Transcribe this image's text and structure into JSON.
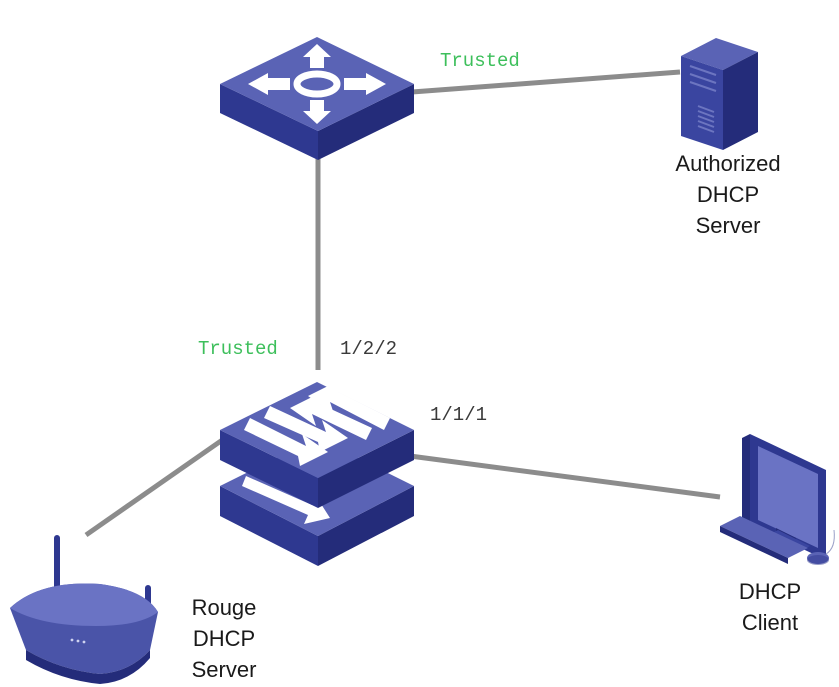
{
  "colors": {
    "link": "#8c8c8c",
    "device_top": "#5a63b5",
    "device_side": "#2e3890",
    "device_dark": "#242c7a",
    "trusted_text": "#3dbf5b",
    "port_text": "#3a3a3a"
  },
  "devices": {
    "core_router": {
      "icon": "router-icon"
    },
    "access_switch": {
      "icon": "stacked-switch-icon"
    },
    "authorized_server": {
      "icon": "server-tower-icon",
      "label_lines": [
        "Authorized",
        "DHCP",
        "Server"
      ]
    },
    "rogue_server": {
      "icon": "wireless-router-icon",
      "label_lines": [
        "Rouge",
        "DHCP",
        "Server"
      ]
    },
    "client": {
      "icon": "desktop-computer-icon",
      "label_lines": [
        "DHCP",
        "Client"
      ]
    }
  },
  "links": {
    "router_server": {
      "state": "Trusted"
    },
    "router_switch": {
      "state": "Trusted",
      "port": "1/2/2"
    },
    "switch_client": {
      "port": "1/1/1"
    },
    "switch_rogue": {}
  }
}
